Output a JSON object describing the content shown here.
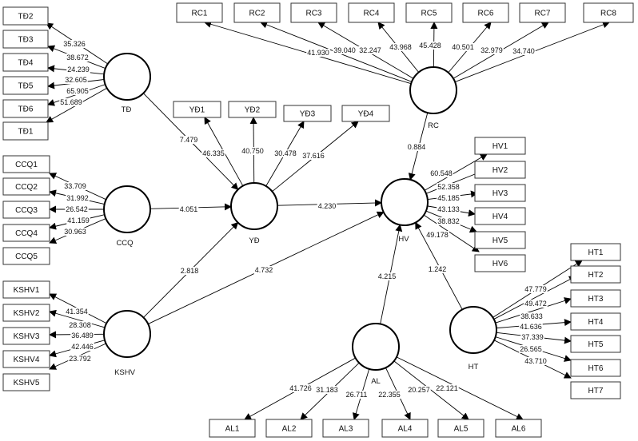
{
  "constructs": [
    {
      "id": "TD",
      "label": "TĐ"
    },
    {
      "id": "CCQ",
      "label": "CCQ"
    },
    {
      "id": "KSHV",
      "label": "KSHV"
    },
    {
      "id": "YD",
      "label": "YĐ"
    },
    {
      "id": "RC",
      "label": "RC"
    },
    {
      "id": "HV",
      "label": "HV"
    },
    {
      "id": "AL",
      "label": "AL"
    },
    {
      "id": "HT",
      "label": "HT"
    }
  ],
  "indicators": [
    {
      "id": "TD2",
      "label": "TĐ2",
      "construct": "TD",
      "value": "35.326"
    },
    {
      "id": "TD3",
      "label": "TĐ3",
      "construct": "TD",
      "value": "38.672"
    },
    {
      "id": "TD4",
      "label": "TĐ4",
      "construct": "TD",
      "value": "24.239"
    },
    {
      "id": "TD5",
      "label": "TĐ5",
      "construct": "TD",
      "value": "32.605"
    },
    {
      "id": "TD6",
      "label": "TĐ6",
      "construct": "TD",
      "value": "65.905"
    },
    {
      "id": "TD1",
      "label": "TĐ1",
      "construct": "TD",
      "value": "51.689"
    },
    {
      "id": "CCQ1",
      "label": "CCQ1",
      "construct": "CCQ",
      "value": "33.709"
    },
    {
      "id": "CCQ2",
      "label": "CCQ2",
      "construct": "CCQ",
      "value": "31.992"
    },
    {
      "id": "CCQ3",
      "label": "CCQ3",
      "construct": "CCQ",
      "value": "26.542"
    },
    {
      "id": "CCQ4",
      "label": "CCQ4",
      "construct": "CCQ",
      "value": "41.159"
    },
    {
      "id": "CCQ5",
      "label": "CCQ5",
      "construct": "CCQ",
      "value": "30.963"
    },
    {
      "id": "KSHV1",
      "label": "KSHV1",
      "construct": "KSHV",
      "value": "41.354"
    },
    {
      "id": "KSHV2",
      "label": "KSHV2",
      "construct": "KSHV",
      "value": "28.308"
    },
    {
      "id": "KSHV3",
      "label": "KSHV3",
      "construct": "KSHV",
      "value": "36.489"
    },
    {
      "id": "KSHV4",
      "label": "KSHV4",
      "construct": "KSHV",
      "value": "42.446"
    },
    {
      "id": "KSHV5",
      "label": "KSHV5",
      "construct": "KSHV",
      "value": "23.792"
    },
    {
      "id": "YD1",
      "label": "YĐ1",
      "construct": "YD",
      "value": "46.335"
    },
    {
      "id": "YD2",
      "label": "YĐ2",
      "construct": "YD",
      "value": "40.750"
    },
    {
      "id": "YD3",
      "label": "YĐ3",
      "construct": "YD",
      "value": "30.478"
    },
    {
      "id": "YD4",
      "label": "YĐ4",
      "construct": "YD",
      "value": "37.616"
    },
    {
      "id": "RC1",
      "label": "RC1",
      "construct": "RC",
      "value": "41.930"
    },
    {
      "id": "RC2",
      "label": "RC2",
      "construct": "RC",
      "value": "39.040"
    },
    {
      "id": "RC3",
      "label": "RC3",
      "construct": "RC",
      "value": "32.247"
    },
    {
      "id": "RC4",
      "label": "RC4",
      "construct": "RC",
      "value": "43.968"
    },
    {
      "id": "RC5",
      "label": "RC5",
      "construct": "RC",
      "value": "45.428"
    },
    {
      "id": "RC6",
      "label": "RC6",
      "construct": "RC",
      "value": "40.501"
    },
    {
      "id": "RC7",
      "label": "RC7",
      "construct": "RC",
      "value": "32.979"
    },
    {
      "id": "RC8",
      "label": "RC8",
      "construct": "RC",
      "value": "34.740"
    },
    {
      "id": "HV1",
      "label": "HV1",
      "construct": "HV",
      "value": "60.548"
    },
    {
      "id": "HV2",
      "label": "HV2",
      "construct": "HV",
      "value": "52.358"
    },
    {
      "id": "HV3",
      "label": "HV3",
      "construct": "HV",
      "value": "45.185"
    },
    {
      "id": "HV4",
      "label": "HV4",
      "construct": "HV",
      "value": "43.133"
    },
    {
      "id": "HV5",
      "label": "HV5",
      "construct": "HV",
      "value": "38.832"
    },
    {
      "id": "HV6",
      "label": "HV6",
      "construct": "HV",
      "value": "49.178"
    },
    {
      "id": "HT1",
      "label": "HT1",
      "construct": "HT",
      "value": "47.779"
    },
    {
      "id": "HT2",
      "label": "HT2",
      "construct": "HT",
      "value": "49.472"
    },
    {
      "id": "HT3",
      "label": "HT3",
      "construct": "HT",
      "value": "38.633"
    },
    {
      "id": "HT4",
      "label": "HT4",
      "construct": "HT",
      "value": "41.636"
    },
    {
      "id": "HT5",
      "label": "HT5",
      "construct": "HT",
      "value": "37.339"
    },
    {
      "id": "HT6",
      "label": "HT6",
      "construct": "HT",
      "value": "26.565"
    },
    {
      "id": "HT7",
      "label": "HT7",
      "construct": "HT",
      "value": "43.710"
    },
    {
      "id": "AL1",
      "label": "AL1",
      "construct": "AL",
      "value": "41.726"
    },
    {
      "id": "AL2",
      "label": "AL2",
      "construct": "AL",
      "value": "31.183"
    },
    {
      "id": "AL3",
      "label": "AL3",
      "construct": "AL",
      "value": "26.711"
    },
    {
      "id": "AL4",
      "label": "AL4",
      "construct": "AL",
      "value": "22.355"
    },
    {
      "id": "AL5",
      "label": "AL5",
      "construct": "AL",
      "value": "20.257"
    },
    {
      "id": "AL6",
      "label": "AL6",
      "construct": "AL",
      "value": "22.121"
    }
  ],
  "paths": [
    {
      "from": "TD",
      "to": "YD",
      "value": "7.479"
    },
    {
      "from": "CCQ",
      "to": "YD",
      "value": "4.051"
    },
    {
      "from": "KSHV",
      "to": "YD",
      "value": "2.818"
    },
    {
      "from": "KSHV",
      "to": "HV",
      "value": "4.732"
    },
    {
      "from": "YD",
      "to": "HV",
      "value": "4.230"
    },
    {
      "from": "RC",
      "to": "HV",
      "value": "0.884"
    },
    {
      "from": "AL",
      "to": "HV",
      "value": "4.215"
    },
    {
      "from": "HT",
      "to": "HV",
      "value": "1.242"
    }
  ]
}
